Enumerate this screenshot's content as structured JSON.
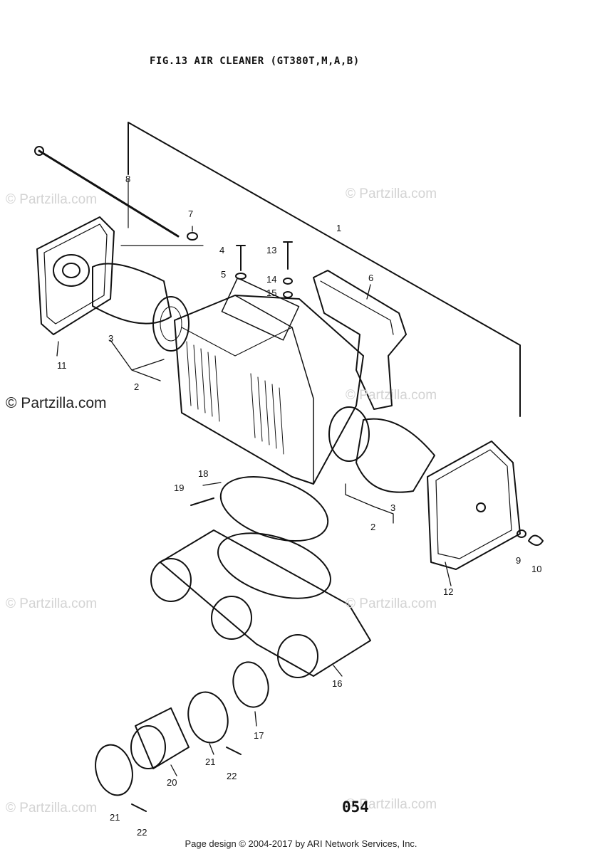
{
  "title": "FIG.13  AIR CLEANER (GT380T,M,A,B)",
  "watermark": "© Partzilla.com",
  "page_number": "054",
  "footer": "Page design © 2004-2017 by ARI Network Services, Inc.",
  "callouts": [
    "1",
    "2",
    "2",
    "3",
    "3",
    "4",
    "5",
    "6",
    "7",
    "8",
    "9",
    "10",
    "11",
    "12",
    "13",
    "14",
    "15",
    "16",
    "17",
    "18",
    "19",
    "20",
    "21",
    "21",
    "22",
    "22"
  ]
}
